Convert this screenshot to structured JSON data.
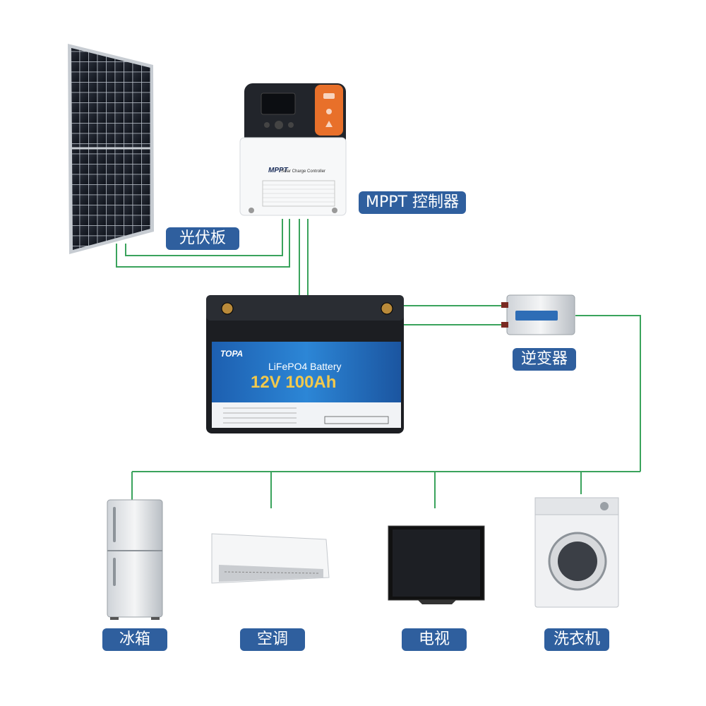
{
  "labels": {
    "solar_panel": "光伏板",
    "controller": "MPPT 控制器",
    "inverter": "逆变器",
    "fridge": "冰箱",
    "ac": "空调",
    "tv": "电视",
    "washer": "洗衣机"
  },
  "controller": {
    "title": "MPPT",
    "subtitle": "Solar Charge Controller"
  },
  "battery": {
    "brand": "TOPA",
    "chemistry": "LiFePO4 Battery",
    "rating": "12V 100Ah"
  },
  "colors": {
    "wire": "#3aa35c",
    "tag": "#2f5f9e",
    "battery_band": "#1f6fbf",
    "controller_orange": "#e8702a"
  }
}
